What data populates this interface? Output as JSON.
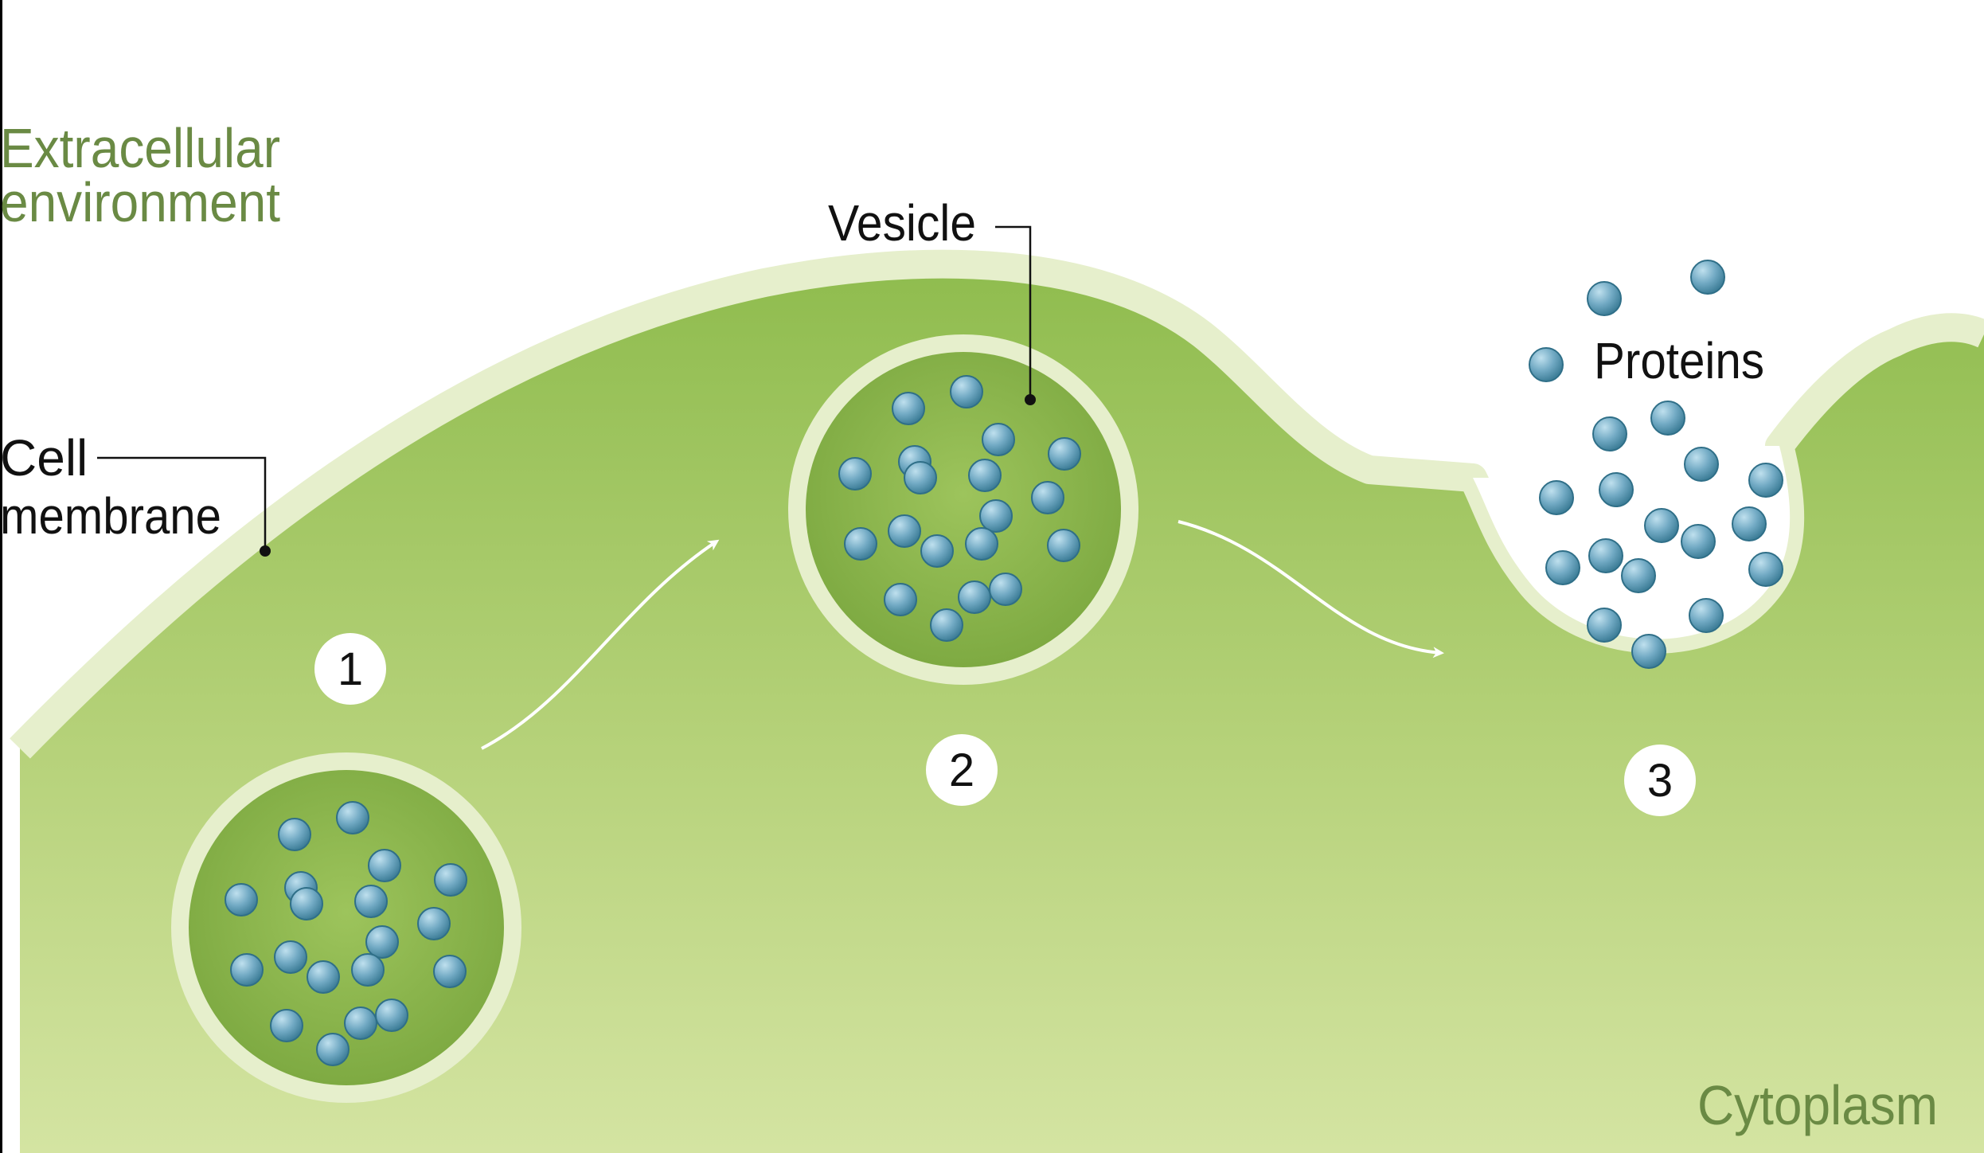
{
  "labels": {
    "extracellular_line1": "Extracellular",
    "extracellular_line2": "environment",
    "cell_membrane_line1": "Cell",
    "cell_membrane_line2": "membrane",
    "vesicle": "Vesicle",
    "proteins": "Proteins",
    "cytoplasm": "Cytoplasm"
  },
  "steps": [
    "1",
    "2",
    "3"
  ],
  "colors": {
    "region_label": "#6a8a44",
    "cytoplasm_dark": "#8fbc4e",
    "cytoplasm_light": "#d2e3a0",
    "membrane": "#e6efcc",
    "vesicle_interior": "#8cb84c",
    "protein": "#6fa8c0",
    "protein_edge": "#2f6f88",
    "arrow": "#ffffff",
    "leader_line": "#111111"
  },
  "icons": {
    "protein": "blue-sphere",
    "arrow": "curved-white-arrow"
  }
}
